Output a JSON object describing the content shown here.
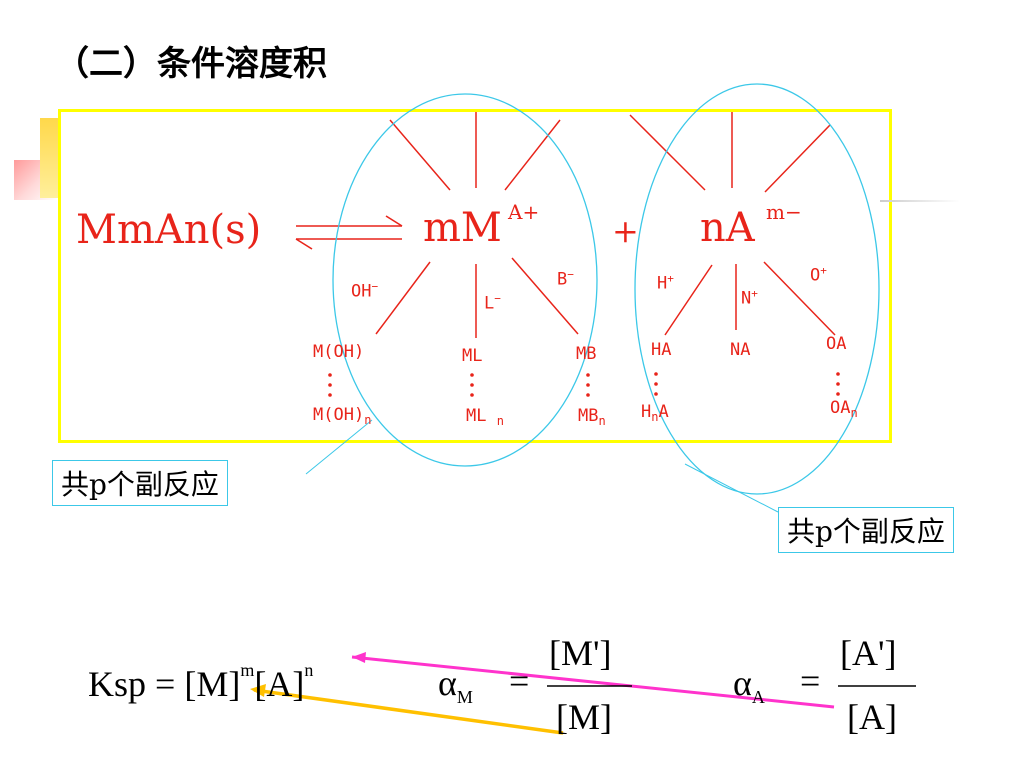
{
  "title": "（二）条件溶度积",
  "scheme": {
    "reactant": "MmAn(s)",
    "metal": "mM",
    "metal_charge": "A+",
    "plus": "+",
    "anion": "nA",
    "anion_charge": "m−",
    "metal_side": {
      "ligands": [
        {
          "label": "OH",
          "sup": "−",
          "product": "M(OH)",
          "product_n": "M(OH)",
          "n": "n"
        },
        {
          "label": "L",
          "sup": "−",
          "product": "ML",
          "product_n": "ML",
          "n": "n"
        },
        {
          "label": "B",
          "sup": "−",
          "product": "MB",
          "product_n": "MB",
          "n": "n"
        }
      ]
    },
    "anion_side": {
      "ligands": [
        {
          "label": "H",
          "sup": "+",
          "product": "HA",
          "product_n_pre": "H",
          "product_n_post": "A",
          "n": "n"
        },
        {
          "label": "N",
          "sup": "+",
          "product": "NA"
        },
        {
          "label": "O",
          "sup": "+",
          "product": "OA",
          "product_n": "OA",
          "n": "n"
        }
      ]
    }
  },
  "callouts": {
    "left": "共p个副反应",
    "right": "共p个副反应"
  },
  "formulas": {
    "ksp_lhs": "Ksp",
    "eq": "=",
    "ksp_m": "[M]",
    "ksp_m_exp": "m",
    "ksp_a": "[A]",
    "ksp_a_exp": "n",
    "alpha": "α",
    "alpha_m_sub": "M",
    "alpha_m_num": "[M']",
    "alpha_m_den": "[M]",
    "alpha_a_sub": "A",
    "alpha_a_num": "[A']",
    "alpha_a_den": "[A]"
  },
  "colors": {
    "scheme_text": "#e8241a",
    "box_border": "#ffff00",
    "ellipse": "#3cc8e8",
    "magenta_arrow": "#ff33cc",
    "orange_arrow": "#ffc000"
  }
}
